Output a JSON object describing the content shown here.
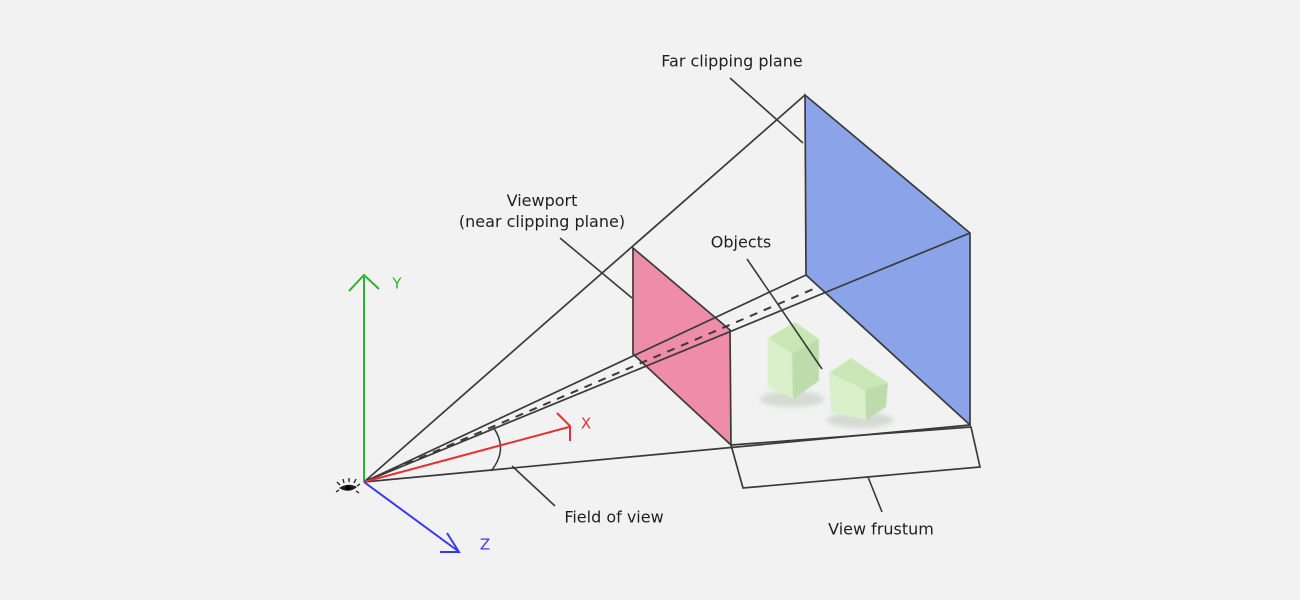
{
  "diagram": {
    "background": "#f2f2f2",
    "labels": {
      "far_plane": "Far clipping plane",
      "viewport_line1": "Viewport",
      "viewport_line2": "(near clipping plane)",
      "objects": "Objects",
      "field_of_view": "Field of view",
      "view_frustum": "View frustum"
    },
    "axes": {
      "x_label": "X",
      "y_label": "Y",
      "z_label": "Z",
      "x_color": "#e53131",
      "y_color": "#2db32d",
      "z_color": "#3939f0"
    },
    "colors": {
      "line": "#3a3a3a",
      "text": "#1f1f1f",
      "near_plane_fill": "#ef8caa",
      "far_plane_fill": "#8ba3e8",
      "object_top": "#c9e7b4",
      "object_front": "#daf0cb",
      "object_side": "#bddcab",
      "eye": "#1c1c1c"
    }
  }
}
